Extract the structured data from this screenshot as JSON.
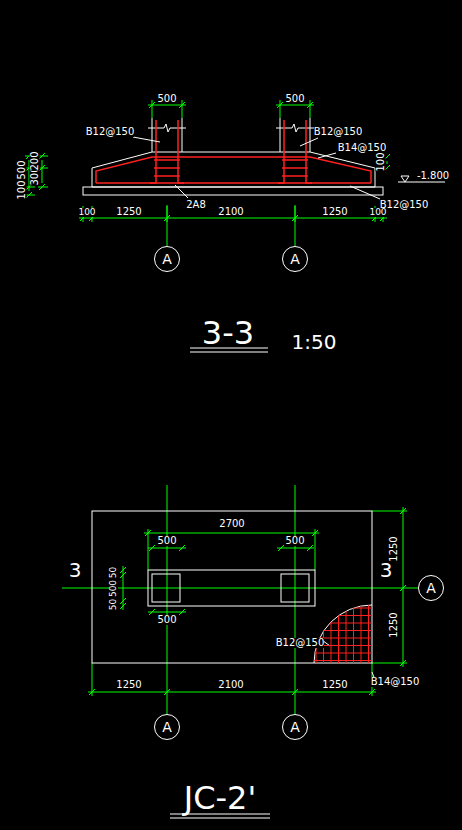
{
  "diagram": {
    "nodes": [
      {
        "text": [
          "A"
        ]
      },
      {
        "text": [
          "A"
        ]
      },
      {
        "text": [
          "A"
        ]
      },
      {
        "text": [
          "A"
        ]
      },
      {
        "text": [
          "A"
        ]
      }
    ],
    "labels": [
      "500",
      "500",
      "B12@150",
      "B12@150",
      "B14@150",
      "100",
      "-1.800",
      "2A8",
      "B12@150",
      "100",
      "500",
      "300",
      "200",
      "100",
      "1250",
      "2100",
      "1250",
      "100",
      "3-3",
      "1:50",
      "2700",
      "500",
      "500",
      "50",
      "500",
      "50",
      "500",
      "3",
      "3",
      "1250",
      "1250",
      "B12@150",
      "B14@150",
      "1250",
      "2100",
      "1250",
      "JC-2'"
    ]
  }
}
